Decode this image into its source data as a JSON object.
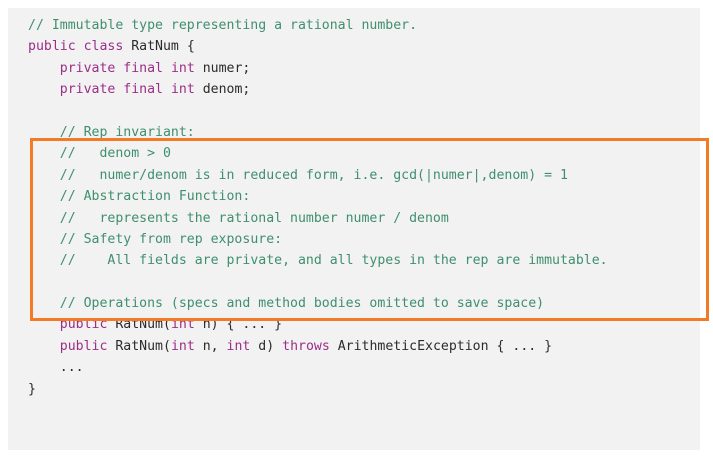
{
  "code_block": {
    "language": "java",
    "background_color": "#f2f2f2",
    "page_background": "#ffffff",
    "colors": {
      "comment": "#3f8f6f",
      "keyword": "#9b2e87",
      "identifier": "#2b2b2b",
      "highlight_border": "#f47b26"
    },
    "lines": [
      {
        "index": 0,
        "text": "// Immutable type representing a rational number.",
        "tokens": [
          {
            "t": "// Immutable type representing a rational number.",
            "k": "cm"
          }
        ]
      },
      {
        "index": 1,
        "text": "public class RatNum {",
        "tokens": [
          {
            "t": "public",
            "k": "kw"
          },
          {
            "t": " ",
            "k": "pl"
          },
          {
            "t": "class",
            "k": "kw"
          },
          {
            "t": " RatNum {",
            "k": "id"
          }
        ]
      },
      {
        "index": 2,
        "text": "    private final int numer;",
        "tokens": [
          {
            "t": "    ",
            "k": "pl"
          },
          {
            "t": "private",
            "k": "kw"
          },
          {
            "t": " ",
            "k": "pl"
          },
          {
            "t": "final",
            "k": "kw"
          },
          {
            "t": " ",
            "k": "pl"
          },
          {
            "t": "int",
            "k": "kw"
          },
          {
            "t": " numer;",
            "k": "id"
          }
        ]
      },
      {
        "index": 3,
        "text": "    private final int denom;",
        "tokens": [
          {
            "t": "    ",
            "k": "pl"
          },
          {
            "t": "private",
            "k": "kw"
          },
          {
            "t": " ",
            "k": "pl"
          },
          {
            "t": "final",
            "k": "kw"
          },
          {
            "t": " ",
            "k": "pl"
          },
          {
            "t": "int",
            "k": "kw"
          },
          {
            "t": " denom;",
            "k": "id"
          }
        ]
      },
      {
        "index": 4,
        "text": "",
        "tokens": [
          {
            "t": " ",
            "k": "pl"
          }
        ]
      },
      {
        "index": 5,
        "text": "    // Rep invariant:",
        "tokens": [
          {
            "t": "    ",
            "k": "pl"
          },
          {
            "t": "// Rep invariant:",
            "k": "cm"
          }
        ]
      },
      {
        "index": 6,
        "text": "    //   denom > 0",
        "tokens": [
          {
            "t": "    ",
            "k": "pl"
          },
          {
            "t": "//   denom > 0",
            "k": "cm"
          }
        ]
      },
      {
        "index": 7,
        "text": "    //   numer/denom is in reduced form, i.e. gcd(|numer|,denom) = 1",
        "tokens": [
          {
            "t": "    ",
            "k": "pl"
          },
          {
            "t": "//   numer/denom is in reduced form, i.e. gcd(|numer|,denom) = 1",
            "k": "cm"
          }
        ]
      },
      {
        "index": 8,
        "text": "    // Abstraction Function:",
        "tokens": [
          {
            "t": "    ",
            "k": "pl"
          },
          {
            "t": "// Abstraction Function:",
            "k": "cm"
          }
        ]
      },
      {
        "index": 9,
        "text": "    //   represents the rational number numer / denom",
        "tokens": [
          {
            "t": "    ",
            "k": "pl"
          },
          {
            "t": "//   represents the rational number numer / denom",
            "k": "cm"
          }
        ]
      },
      {
        "index": 10,
        "text": "    // Safety from rep exposure:",
        "tokens": [
          {
            "t": "    ",
            "k": "pl"
          },
          {
            "t": "// Safety from rep exposure:",
            "k": "cm"
          }
        ]
      },
      {
        "index": 11,
        "text": "    //    All fields are private, and all types in the rep are immutable.",
        "tokens": [
          {
            "t": "    ",
            "k": "pl"
          },
          {
            "t": "//    All fields are private, and all types in the rep are immutable.",
            "k": "cm"
          }
        ]
      },
      {
        "index": 12,
        "text": "",
        "tokens": [
          {
            "t": " ",
            "k": "pl"
          }
        ]
      },
      {
        "index": 13,
        "text": "    // Operations (specs and method bodies omitted to save space)",
        "tokens": [
          {
            "t": "    ",
            "k": "pl"
          },
          {
            "t": "// Operations (specs and method bodies omitted to save space)",
            "k": "cm"
          }
        ]
      },
      {
        "index": 14,
        "text": "    public RatNum(int n) { ... }",
        "tokens": [
          {
            "t": "    ",
            "k": "pl"
          },
          {
            "t": "public",
            "k": "kw"
          },
          {
            "t": " RatNum(",
            "k": "id"
          },
          {
            "t": "int",
            "k": "kw"
          },
          {
            "t": " n) { ... }",
            "k": "id"
          }
        ]
      },
      {
        "index": 15,
        "text": "    public RatNum(int n, int d) throws ArithmeticException { ... }",
        "tokens": [
          {
            "t": "    ",
            "k": "pl"
          },
          {
            "t": "public",
            "k": "kw"
          },
          {
            "t": " RatNum(",
            "k": "id"
          },
          {
            "t": "int",
            "k": "kw"
          },
          {
            "t": " n, ",
            "k": "id"
          },
          {
            "t": "int",
            "k": "kw"
          },
          {
            "t": " d) ",
            "k": "id"
          },
          {
            "t": "throws",
            "k": "kw"
          },
          {
            "t": " ArithmeticException { ... }",
            "k": "id"
          }
        ]
      },
      {
        "index": 16,
        "text": "    ...",
        "tokens": [
          {
            "t": "    ...",
            "k": "id"
          }
        ]
      },
      {
        "index": 17,
        "text": "}",
        "tokens": [
          {
            "t": "}",
            "k": "id"
          }
        ]
      }
    ]
  },
  "highlight": {
    "label": "rep-invariant-annotation-box",
    "border_color": "#f47b26",
    "covers_lines": [
      5,
      6,
      7,
      8,
      9,
      10,
      11
    ]
  }
}
